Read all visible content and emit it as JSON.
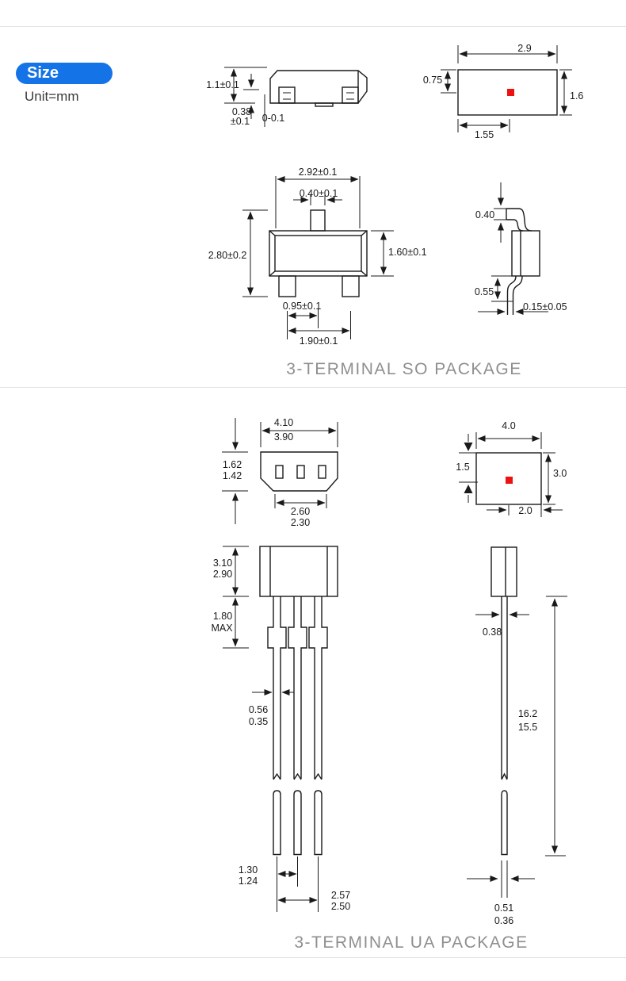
{
  "header": {
    "size_label": "Size",
    "unit_label": "Unit=mm"
  },
  "colors": {
    "accent_blue": "#1473e6",
    "marker_red": "#ee1111",
    "caption_gray": "#8f8f8f"
  },
  "so_package": {
    "caption": "3-TERMINAL SO PACKAGE",
    "side_view": {
      "body_height": "1.1±0.1",
      "lead_thickness": "0.38",
      "lead_thickness_tol": "±0.1",
      "standoff": "0-0.1"
    },
    "top_view": {
      "body_width": "2.9",
      "body_depth": "1.6",
      "pad_offset": "0.75",
      "pad_width": "1.55"
    },
    "front_view": {
      "overall_width": "2.92±0.1",
      "lead_width": "0.40±0.1",
      "overall_height": "2.80±0.2",
      "body_height": "1.60±0.1",
      "lead_pitch": "0.95±0.1",
      "lead_span": "1.90±0.1"
    },
    "profile_view": {
      "top_lead_drop": "0.40",
      "bottom_lead_drop": "0.55",
      "lead_thickness": "0.15±0.05"
    }
  },
  "ua_package": {
    "caption": "3-TERMINAL UA PACKAGE",
    "top_view": {
      "width_max": "4.10",
      "width_min": "3.90",
      "depth_max": "1.62",
      "depth_min": "1.42",
      "bottom_width_max": "2.60",
      "bottom_width_min": "2.30"
    },
    "marking_view": {
      "width": "4.0",
      "center_offset_y": "1.5",
      "height": "3.0",
      "center_offset_x": "2.0"
    },
    "front_view": {
      "body_height_max": "3.10",
      "body_height_min": "2.90",
      "shoulder_length": "1.80",
      "shoulder_qualifier": "MAX",
      "lead_width_max": "0.56",
      "lead_width_min": "0.35",
      "lead_pitch_max": "1.30",
      "lead_pitch_min": "1.24",
      "lead_span_max": "2.57",
      "lead_span_min": "2.50"
    },
    "side_view": {
      "lead_thickness": "0.38",
      "lead_length_max": "16.2",
      "lead_length_min": "15.5",
      "tip_width_max": "0.51",
      "tip_width_min": "0.36"
    }
  }
}
